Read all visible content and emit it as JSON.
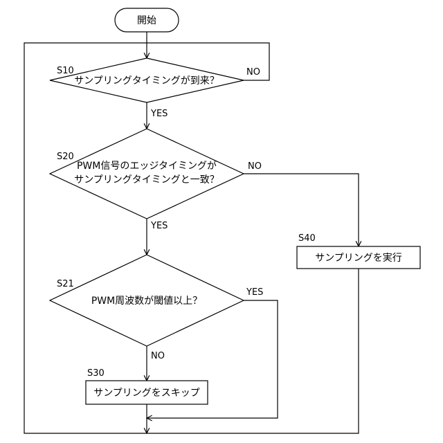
{
  "flowchart": {
    "start": {
      "label": "開始"
    },
    "s10": {
      "id": "S10",
      "text": "サンプリングタイミングが到来？",
      "yes": "YES",
      "no": "NO"
    },
    "s20": {
      "id": "S20",
      "line1": "PWM信号のエッジタイミングが",
      "line2": "サンプリングタイミングと一致？",
      "yes": "YES",
      "no": "NO"
    },
    "s21": {
      "id": "S21",
      "text": "PWM周波数が閾値以上？",
      "yes": "YES",
      "no": "NO"
    },
    "s30": {
      "id": "S30",
      "text": "サンプリングをスキップ"
    },
    "s40": {
      "id": "S40",
      "text": "サンプリングを実行"
    }
  }
}
